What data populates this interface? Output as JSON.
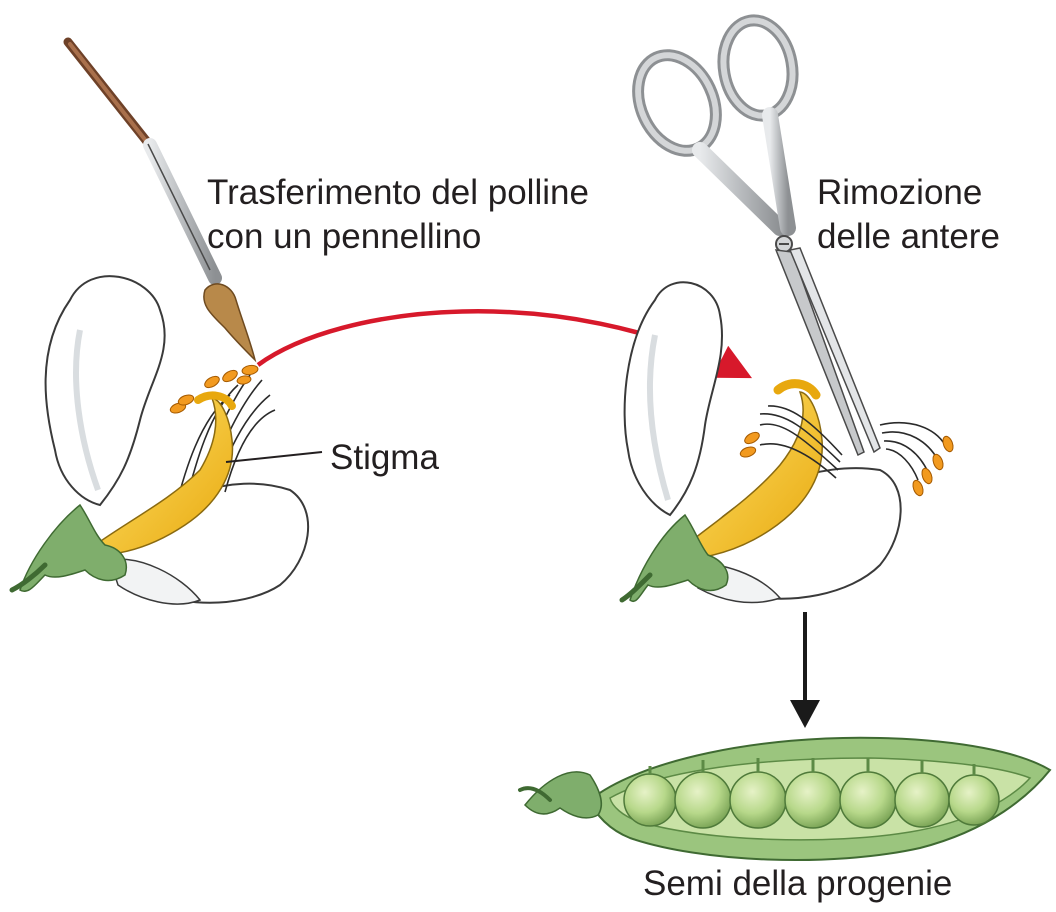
{
  "labels": {
    "transfer_line1": "Trasferimento del polline",
    "transfer_line2": "con un pennellino",
    "removal_line1": "Rimozione",
    "removal_line2": "delle antere",
    "stigma": "Stigma",
    "seeds": "Semi della progenie"
  },
  "colors": {
    "petal": "#ffffff",
    "petal_outline": "#3a3a3a",
    "carpel_yellow": "#f5c518",
    "anther_orange": "#f29a1f",
    "sepal_green": "#7fae6c",
    "pod_green": "#9bc57e",
    "pea_green": "#b7d88a",
    "transfer_arrow": "#d7192b",
    "flow_arrow": "#1a1a1a",
    "brush_handle": "#8b5a3c",
    "metal": "#b9bcbf"
  },
  "icons": {
    "brush": "paintbrush-icon",
    "scissors": "scissors-icon"
  }
}
